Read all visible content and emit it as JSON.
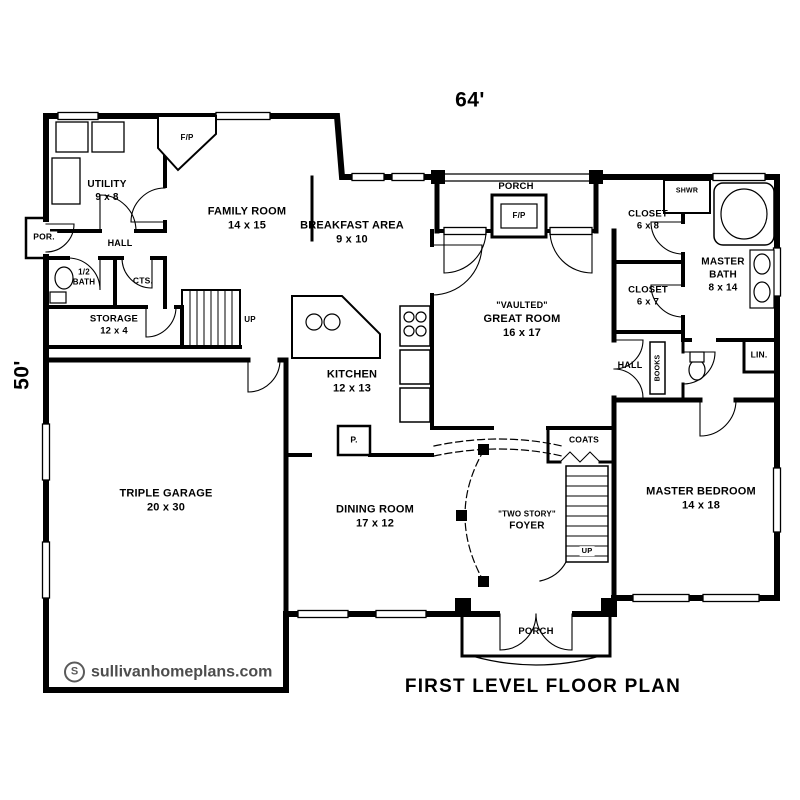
{
  "page": {
    "dim_width": "64'",
    "dim_height": "50'",
    "plan_title": "FIRST LEVEL FLOOR PLAN",
    "watermark": {
      "logo": "S",
      "text": "sullivanhomeplans.com"
    }
  },
  "rooms": {
    "utility": {
      "name": "UTILITY",
      "dims": "9 x 8"
    },
    "family_room": {
      "name": "FAMILY ROOM",
      "dims": "14 x 15"
    },
    "breakfast_area": {
      "name": "BREAKFAST AREA",
      "dims": "9 x 10"
    },
    "great_room": {
      "prefix": "\"VAULTED\"",
      "name": "GREAT ROOM",
      "dims": "16 x 17"
    },
    "kitchen": {
      "name": "KITCHEN",
      "dims": "12 x 13"
    },
    "triple_garage": {
      "name": "TRIPLE GARAGE",
      "dims": "20 x 30"
    },
    "dining_room": {
      "name": "DINING ROOM",
      "dims": "17 x 12"
    },
    "foyer": {
      "prefix": "\"TWO STORY\"",
      "name": "FOYER"
    },
    "master_bedroom": {
      "name": "MASTER BEDROOM",
      "dims": "14 x 18"
    },
    "master_bath": {
      "name_line1": "MASTER",
      "name_line2": "BATH",
      "dims": "8 x 14"
    },
    "closet_a": {
      "name": "CLOSET",
      "dims": "6 x 8"
    },
    "closet_b": {
      "name": "CLOSET",
      "dims": "6 x 7"
    },
    "storage": {
      "name": "STORAGE",
      "dims": "12 x 4"
    },
    "half_bath": {
      "line1": "1/2",
      "line2": "BATH"
    }
  },
  "labels": {
    "porch_top": "PORCH",
    "porch_bottom": "PORCH",
    "fp_family_room": "F/P",
    "fp_porch": "F/P",
    "shower": "SHWR",
    "porch_left": "POR.",
    "hall_left": "HALL",
    "hall_right": "HALL",
    "closets_abbrev": "CTS.",
    "stairs_up_left": "UP",
    "stairs_up_foyer": "UP",
    "bookshelf": "BOOKS",
    "linen": "LIN.",
    "pantry": "P.",
    "coats": "COATS"
  }
}
